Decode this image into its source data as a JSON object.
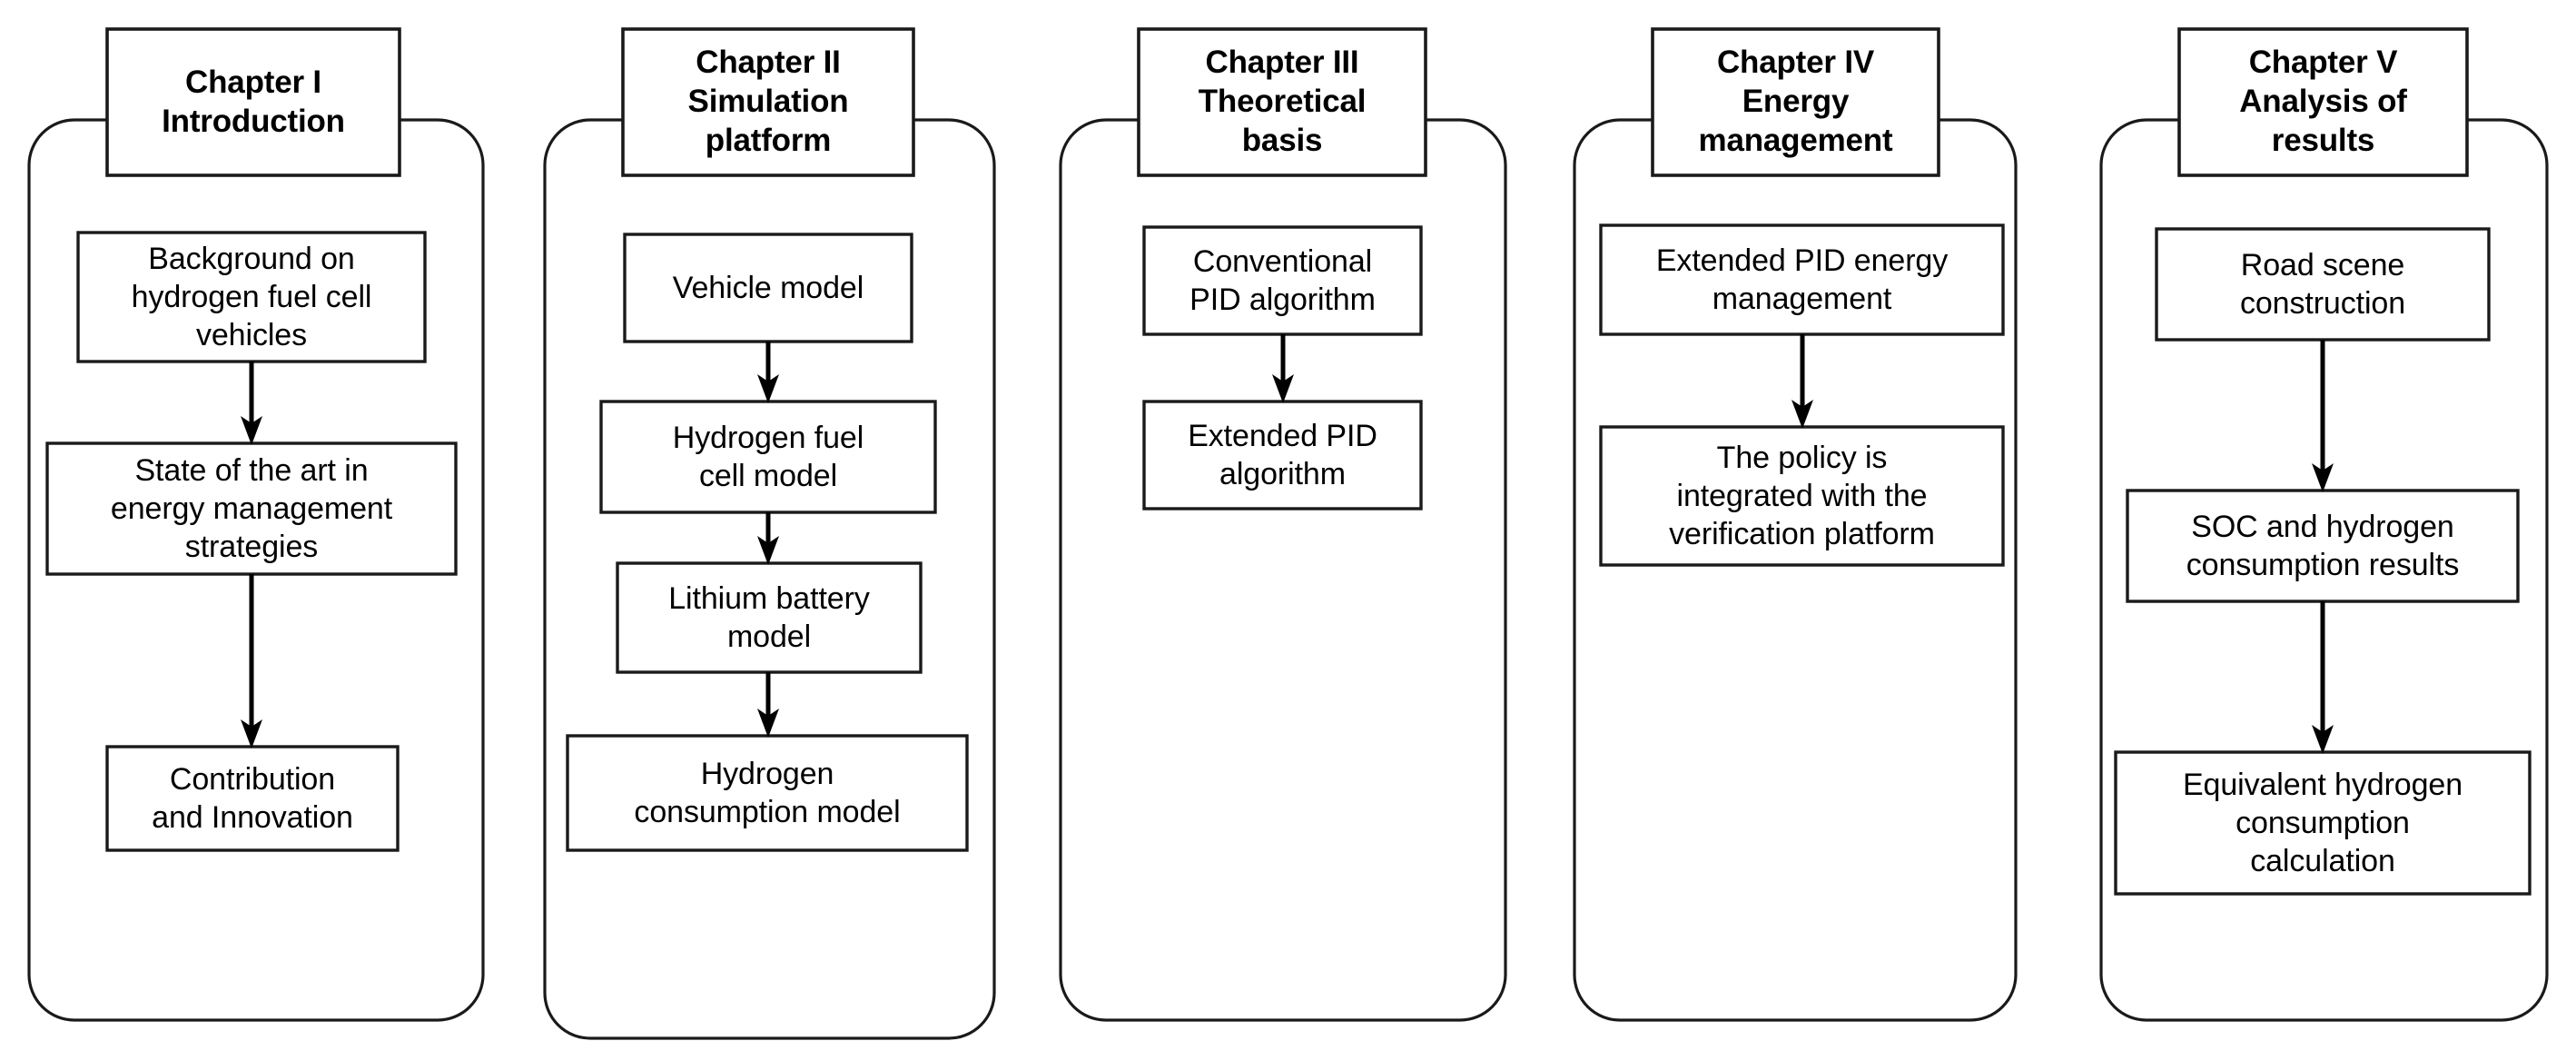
{
  "diagram": {
    "type": "flowchart",
    "title": "Thesis chapter structure",
    "orientation": "five parallel vertical chapter lanes",
    "background_color": "#ffffff",
    "line_color": "#1a1a1a",
    "text_color": "#000000",
    "columns": [
      {
        "id": "chapter-1",
        "header": {
          "line1": "Chapter I",
          "line2": "Introduction"
        },
        "nodes": [
          {
            "lines": [
              "Background on",
              "hydrogen fuel cell",
              "vehicles"
            ]
          },
          {
            "lines": [
              "State of the art in",
              "energy management",
              "strategies"
            ]
          },
          {
            "lines": [
              "Contribution",
              "and Innovation"
            ]
          }
        ],
        "arrows": 2
      },
      {
        "id": "chapter-2",
        "header": {
          "line1": "Chapter II",
          "line2": "Simulation",
          "line3": "platform"
        },
        "nodes": [
          {
            "lines": [
              "Vehicle model"
            ]
          },
          {
            "lines": [
              "Hydrogen fuel",
              "cell model"
            ]
          },
          {
            "lines": [
              "Lithium battery",
              "model"
            ]
          },
          {
            "lines": [
              "Hydrogen",
              "consumption model"
            ]
          }
        ],
        "arrows": 3
      },
      {
        "id": "chapter-3",
        "header": {
          "line1": "Chapter III",
          "line2": "Theoretical",
          "line3": "basis"
        },
        "nodes": [
          {
            "lines": [
              "Conventional",
              "PID algorithm"
            ]
          },
          {
            "lines": [
              "Extended PID",
              "algorithm"
            ]
          }
        ],
        "arrows": 1
      },
      {
        "id": "chapter-4",
        "header": {
          "line1": "Chapter IV",
          "line2": "Energy",
          "line3": "management"
        },
        "nodes": [
          {
            "lines": [
              "Extended PID energy",
              "management"
            ]
          },
          {
            "lines": [
              "The policy is",
              "integrated with the",
              "verification platform"
            ]
          }
        ],
        "arrows": 1
      },
      {
        "id": "chapter-5",
        "header": {
          "line1": "Chapter V",
          "line2": "Analysis of",
          "line3": "results"
        },
        "nodes": [
          {
            "lines": [
              "Road scene",
              "construction"
            ]
          },
          {
            "lines": [
              "SOC and hydrogen",
              "consumption results"
            ]
          },
          {
            "lines": [
              "Equivalent hydrogen",
              "consumption",
              "calculation"
            ]
          }
        ],
        "arrows": 2
      }
    ]
  },
  "labels": {
    "c1_h_l1": "Chapter I",
    "c1_h_l2": "Introduction",
    "c1_n1_l1": "Background on",
    "c1_n1_l2": "hydrogen fuel cell",
    "c1_n1_l3": "vehicles",
    "c1_n2_l1": "State of the art in",
    "c1_n2_l2": "energy management",
    "c1_n2_l3": "strategies",
    "c1_n3_l1": "Contribution",
    "c1_n3_l2": "and Innovation",
    "c2_h_l1": "Chapter II",
    "c2_h_l2": "Simulation",
    "c2_h_l3": "platform",
    "c2_n1_l1": "Vehicle model",
    "c2_n2_l1": "Hydrogen fuel",
    "c2_n2_l2": "cell model",
    "c2_n3_l1": "Lithium battery",
    "c2_n3_l2": "model",
    "c2_n4_l1": "Hydrogen",
    "c2_n4_l2": "consumption model",
    "c3_h_l1": "Chapter III",
    "c3_h_l2": "Theoretical",
    "c3_h_l3": "basis",
    "c3_n1_l1": "Conventional",
    "c3_n1_l2": "PID algorithm",
    "c3_n2_l1": "Extended PID",
    "c3_n2_l2": "algorithm",
    "c4_h_l1": "Chapter IV",
    "c4_h_l2": "Energy",
    "c4_h_l3": "management",
    "c4_n1_l1": "Extended PID energy",
    "c4_n1_l2": "management",
    "c4_n2_l1": "The policy is",
    "c4_n2_l2": "integrated with the",
    "c4_n2_l3": "verification platform",
    "c5_h_l1": "Chapter V",
    "c5_h_l2": "Analysis of",
    "c5_h_l3": "results",
    "c5_n1_l1": "Road scene",
    "c5_n1_l2": "construction",
    "c5_n2_l1": "SOC and hydrogen",
    "c5_n2_l2": "consumption results",
    "c5_n3_l1": "Equivalent hydrogen",
    "c5_n3_l2": "consumption",
    "c5_n3_l3": "calculation"
  }
}
